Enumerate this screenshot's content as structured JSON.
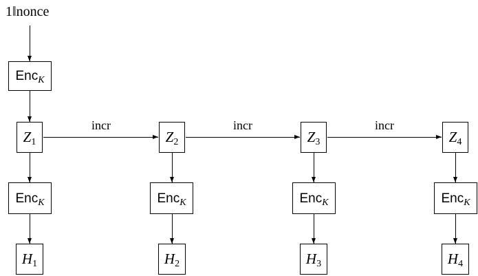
{
  "colors": {
    "line": "#000000",
    "background": "#ffffff"
  },
  "diagram": {
    "input": "1‖nonce",
    "incr": "incr",
    "enc": {
      "name": "Enc",
      "key": "K"
    },
    "z": [
      {
        "base": "Z",
        "sub": "1"
      },
      {
        "base": "Z",
        "sub": "2"
      },
      {
        "base": "Z",
        "sub": "3"
      },
      {
        "base": "Z",
        "sub": "4"
      }
    ],
    "h": [
      {
        "base": "H",
        "sub": "1"
      },
      {
        "base": "H",
        "sub": "2"
      },
      {
        "base": "H",
        "sub": "3"
      },
      {
        "base": "H",
        "sub": "4"
      }
    ]
  }
}
